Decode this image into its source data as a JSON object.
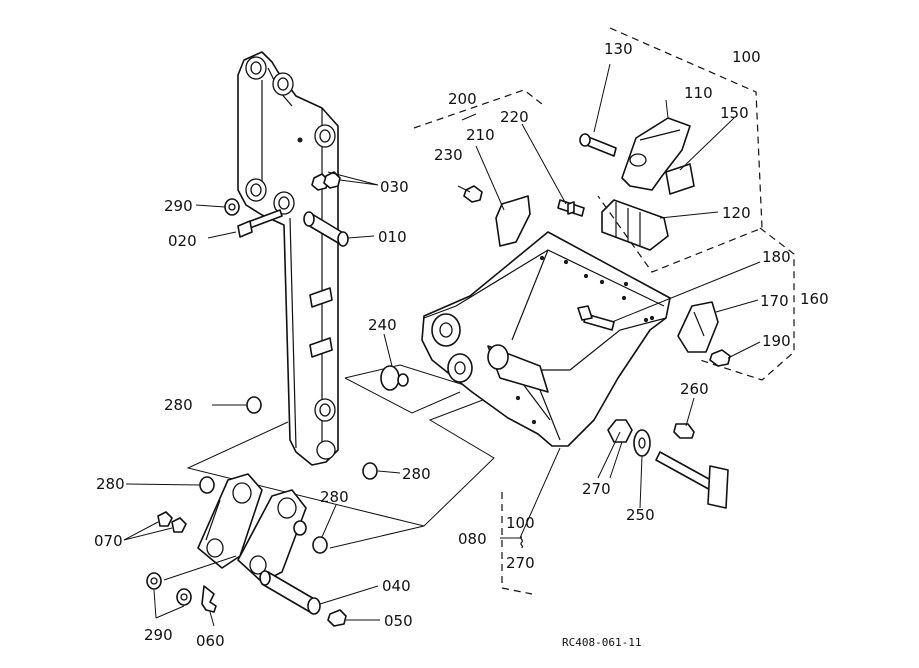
{
  "labels": {
    "p010": "010",
    "p020": "020",
    "p030": "030",
    "p040": "040",
    "p050": "050",
    "p060": "060",
    "p070": "070",
    "p080": "080",
    "p100": "100",
    "p110": "110",
    "p120": "120",
    "p130": "130",
    "p150": "150",
    "p160": "160",
    "p170": "170",
    "p180": "180",
    "p190": "190",
    "p200": "200",
    "p210": "210",
    "p220": "220",
    "p230": "230",
    "p240": "240",
    "p250": "250",
    "p260": "260",
    "p270": "270",
    "p280": "280",
    "p290": "290",
    "range_from": "100",
    "range_sep": "⌇",
    "range_to": "270"
  },
  "drawing_code": "RC408-061-11"
}
